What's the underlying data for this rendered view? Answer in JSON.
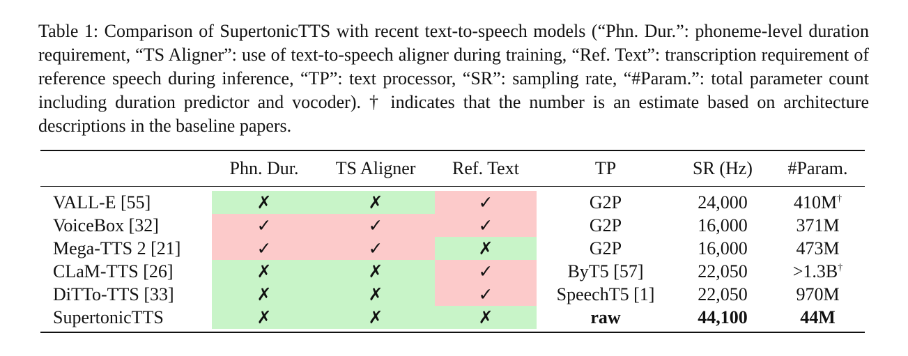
{
  "caption": "Table 1:  Comparison of SupertonicTTS with recent text-to-speech models (“Phn. Dur.”: phoneme-level duration requirement, “TS Aligner”: use of text-to-speech aligner during training, “Ref. Text”: transcription requirement of reference speech during inference, “TP”: text processor, “SR”: sampling rate, “#Param.”: total parameter count including duration predictor and vocoder). † indicates that the number is an estimate based on architecture descriptions in the baseline papers.",
  "colors": {
    "good": "#c8f4c8",
    "bad": "#fccaca"
  },
  "symbols": {
    "yes": "✓",
    "no": "✗",
    "dagger": "†"
  },
  "table": {
    "headers": [
      "",
      "Phn. Dur.",
      "TS Aligner",
      "Ref. Text",
      "TP",
      "SR (Hz)",
      "#Param."
    ],
    "rows": [
      {
        "model": "VALL-E [55]",
        "phn": "✗",
        "tsa": "✗",
        "ref": "✓",
        "tp": "G2P",
        "sr": "24,000",
        "param": "410M",
        "param_sup": "†"
      },
      {
        "model": "VoiceBox [32]",
        "phn": "✓",
        "tsa": "✓",
        "ref": "✓",
        "tp": "G2P",
        "sr": "16,000",
        "param": "371M",
        "param_sup": ""
      },
      {
        "model": "Mega-TTS 2 [21]",
        "phn": "✓",
        "tsa": "✓",
        "ref": "✗",
        "tp": "G2P",
        "sr": "16,000",
        "param": "473M",
        "param_sup": ""
      },
      {
        "model": "CLaM-TTS [26]",
        "phn": "✗",
        "tsa": "✗",
        "ref": "✓",
        "tp": "ByT5 [57]",
        "sr": "22,050",
        "param": ">1.3B",
        "param_sup": "†"
      },
      {
        "model": "DiTTo-TTS [33]",
        "phn": "✗",
        "tsa": "✗",
        "ref": "✓",
        "tp": "SpeechT5 [1]",
        "sr": "22,050",
        "param": "970M",
        "param_sup": ""
      },
      {
        "model": "SupertonicTTS",
        "phn": "✗",
        "tsa": "✗",
        "ref": "✗",
        "tp": "raw",
        "sr": "44,100",
        "param": "44M",
        "param_sup": ""
      }
    ]
  }
}
